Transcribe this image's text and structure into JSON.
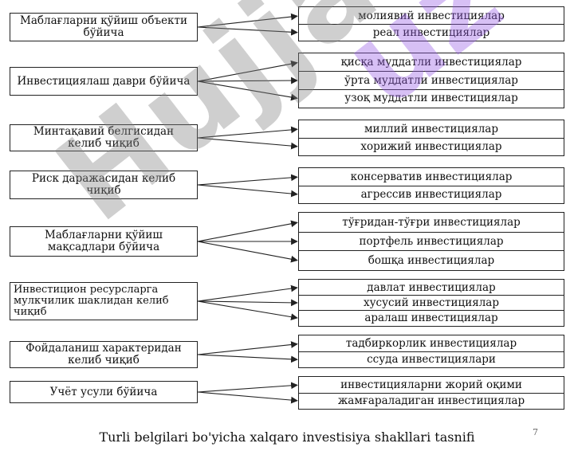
{
  "categories": [
    {
      "label": "Маблағларни қўйиш объекти бўйича",
      "items": [
        "молиявий инвестициялар",
        "реал инвестициялар"
      ]
    },
    {
      "label": "Инвестициялаш даври бўйича",
      "items": [
        "қисқа муддатли инвестициялар",
        "ўрта муддатли инвестициялар",
        "узоқ муддатли инвестициялар"
      ]
    },
    {
      "label": "Минтақавий белгисидан келиб чиқиб",
      "items": [
        "миллий инвестициялар",
        "хорижий инвестициялар"
      ]
    },
    {
      "label": "Риск даражасидан келиб чиқиб",
      "items": [
        "консерватив инвестициялар",
        "агрессив инвестициялар"
      ]
    },
    {
      "label": "Маблағларни қўйиш мақсадлари бўйича",
      "items": [
        "тўғридан-тўғри инвестициялар",
        "портфель инвестициялар",
        "бошқа инвестициялар"
      ]
    },
    {
      "label": "Инвестицион ресурсларга мулкчилик шаклидан келиб чиқиб",
      "items": [
        "давлат инвестициялар",
        "хусусий инвестициялар",
        "аралаш инвестициялар"
      ]
    },
    {
      "label": "Фойдаланиш характеридан келиб чиқиб",
      "items": [
        "тадбиркорлик инвестициялар",
        "ссуда инвестициялари"
      ]
    },
    {
      "label": "Учёт усули бўйича",
      "items": [
        "инвестицияларни жорий оқими",
        "жамғараладиган инвестициялар"
      ]
    }
  ],
  "watermark": "Hujjat",
  "watermark_accent": "uz",
  "caption": "Turli belgilari bo'yicha xalqaro investisiya shakllari tasnifi",
  "page_number": "7",
  "colors": {
    "line": "#222222",
    "watermark": "#8c8c8c",
    "watermark_accent": "#9b5de5"
  }
}
